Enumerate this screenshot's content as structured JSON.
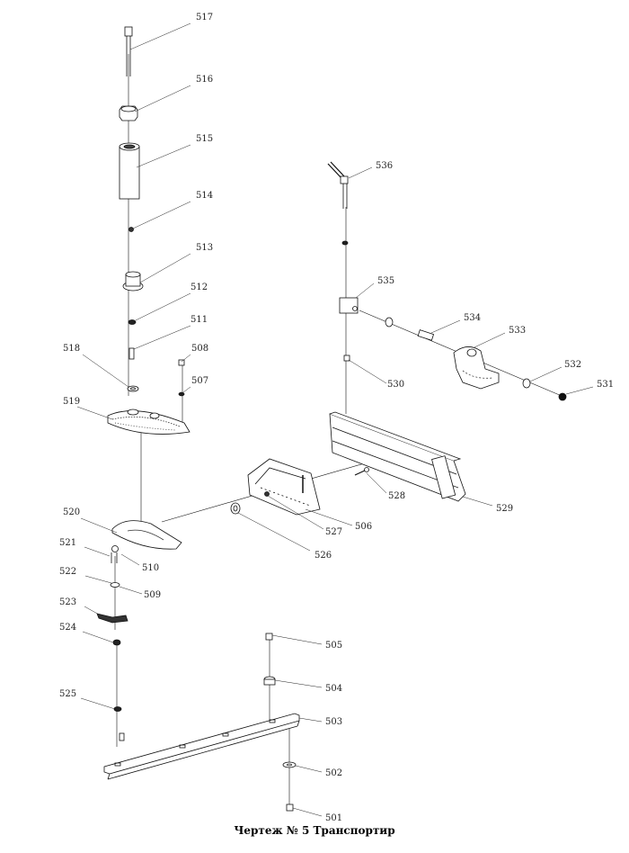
{
  "caption": "Чертеж № 5 Транспортир",
  "parts": [
    {
      "id": "517",
      "label": "517"
    },
    {
      "id": "516",
      "label": "516"
    },
    {
      "id": "515",
      "label": "515"
    },
    {
      "id": "514",
      "label": "514"
    },
    {
      "id": "513",
      "label": "513"
    },
    {
      "id": "512",
      "label": "512"
    },
    {
      "id": "511",
      "label": "511"
    },
    {
      "id": "518",
      "label": "518"
    },
    {
      "id": "508",
      "label": "508"
    },
    {
      "id": "507",
      "label": "507"
    },
    {
      "id": "519",
      "label": "519"
    },
    {
      "id": "520",
      "label": "520"
    },
    {
      "id": "521",
      "label": "521"
    },
    {
      "id": "510",
      "label": "510"
    },
    {
      "id": "522",
      "label": "522"
    },
    {
      "id": "509",
      "label": "509"
    },
    {
      "id": "523",
      "label": "523"
    },
    {
      "id": "524",
      "label": "524"
    },
    {
      "id": "525",
      "label": "525"
    },
    {
      "id": "536",
      "label": "536"
    },
    {
      "id": "535",
      "label": "535"
    },
    {
      "id": "534",
      "label": "534"
    },
    {
      "id": "533",
      "label": "533"
    },
    {
      "id": "530",
      "label": "530"
    },
    {
      "id": "532",
      "label": "532"
    },
    {
      "id": "531",
      "label": "531"
    },
    {
      "id": "528",
      "label": "528"
    },
    {
      "id": "529",
      "label": "529"
    },
    {
      "id": "527",
      "label": "527"
    },
    {
      "id": "506",
      "label": "506"
    },
    {
      "id": "526",
      "label": "526"
    },
    {
      "id": "505",
      "label": "505"
    },
    {
      "id": "504",
      "label": "504"
    },
    {
      "id": "503",
      "label": "503"
    },
    {
      "id": "502",
      "label": "502"
    },
    {
      "id": "501",
      "label": "501"
    }
  ]
}
